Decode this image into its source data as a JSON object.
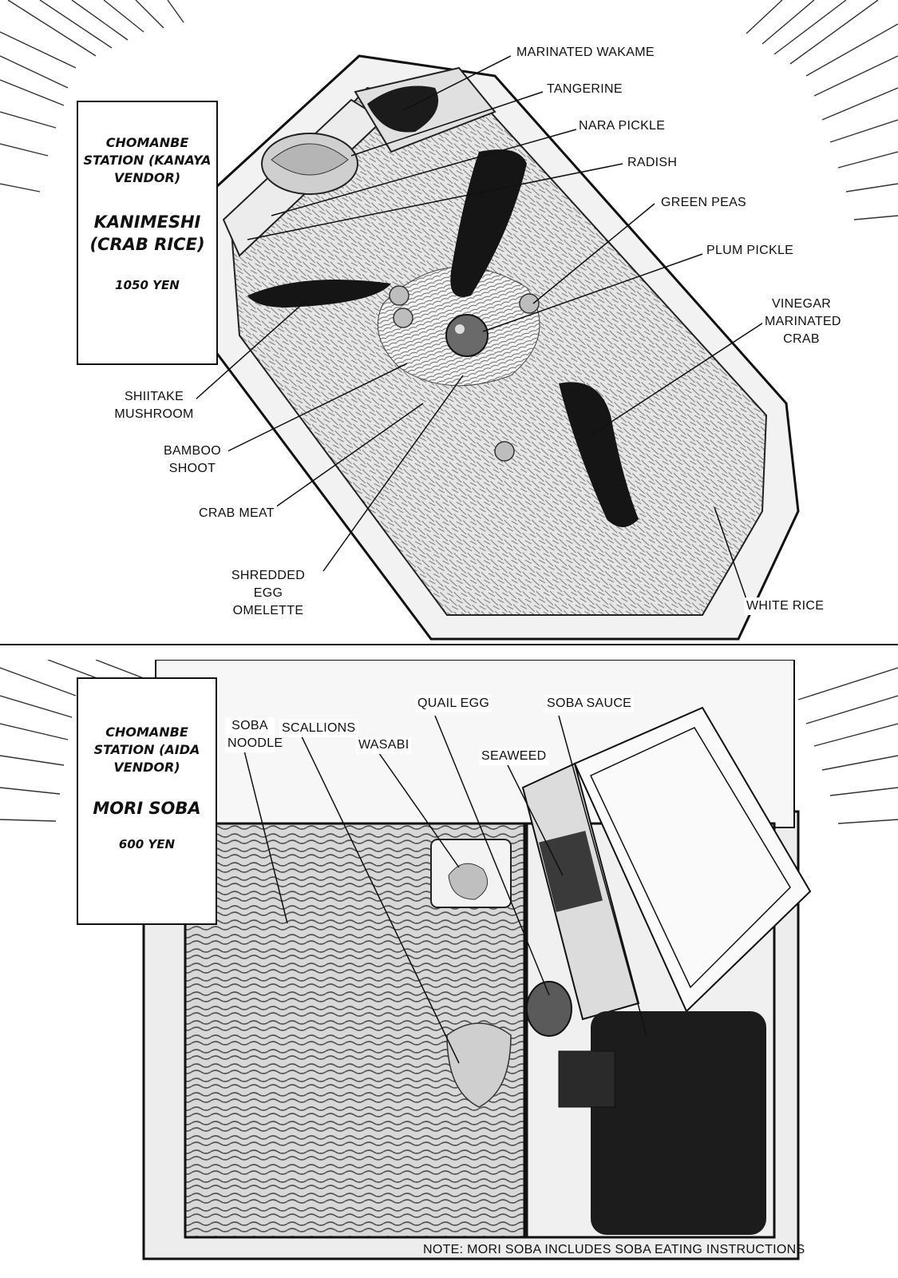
{
  "top_panel": {
    "station": "CHOMANBE STATION (KANAYA VENDOR)",
    "dish": "KANIMESHI (CRAB RICE)",
    "price": "1050 YEN",
    "labels": {
      "marinated_wakame": "MARINATED WAKAME",
      "tangerine": "TANGERINE",
      "nara_pickle": "NARA PICKLE",
      "radish": "RADISH",
      "green_peas": "GREEN PEAS",
      "plum_pickle": "PLUM PICKLE",
      "vinegar_marinated_crab": "VINEGAR MARINATED CRAB",
      "shiitake_mushroom": "SHIITAKE MUSHROOM",
      "bamboo_shoot": "BAMBOO SHOOT",
      "crab_meat": "CRAB MEAT",
      "shredded_egg_omelette": "SHREDDED EGG OMELETTE",
      "white_rice": "WHITE RICE"
    }
  },
  "bottom_panel": {
    "station": "CHOMANBE STATION (AIDA VENDOR)",
    "dish": "MORI SOBA",
    "price": "600 YEN",
    "labels": {
      "soba_noodle": "SOBA NOODLE",
      "scallions": "SCALLIONS",
      "wasabi": "WASABI",
      "quail_egg": "QUAIL EGG",
      "seaweed": "SEAWEED",
      "soba_sauce": "SOBA SAUCE"
    },
    "note": "NOTE: MORI SOBA INCLUDES SOBA EATING INSTRUCTIONS"
  }
}
